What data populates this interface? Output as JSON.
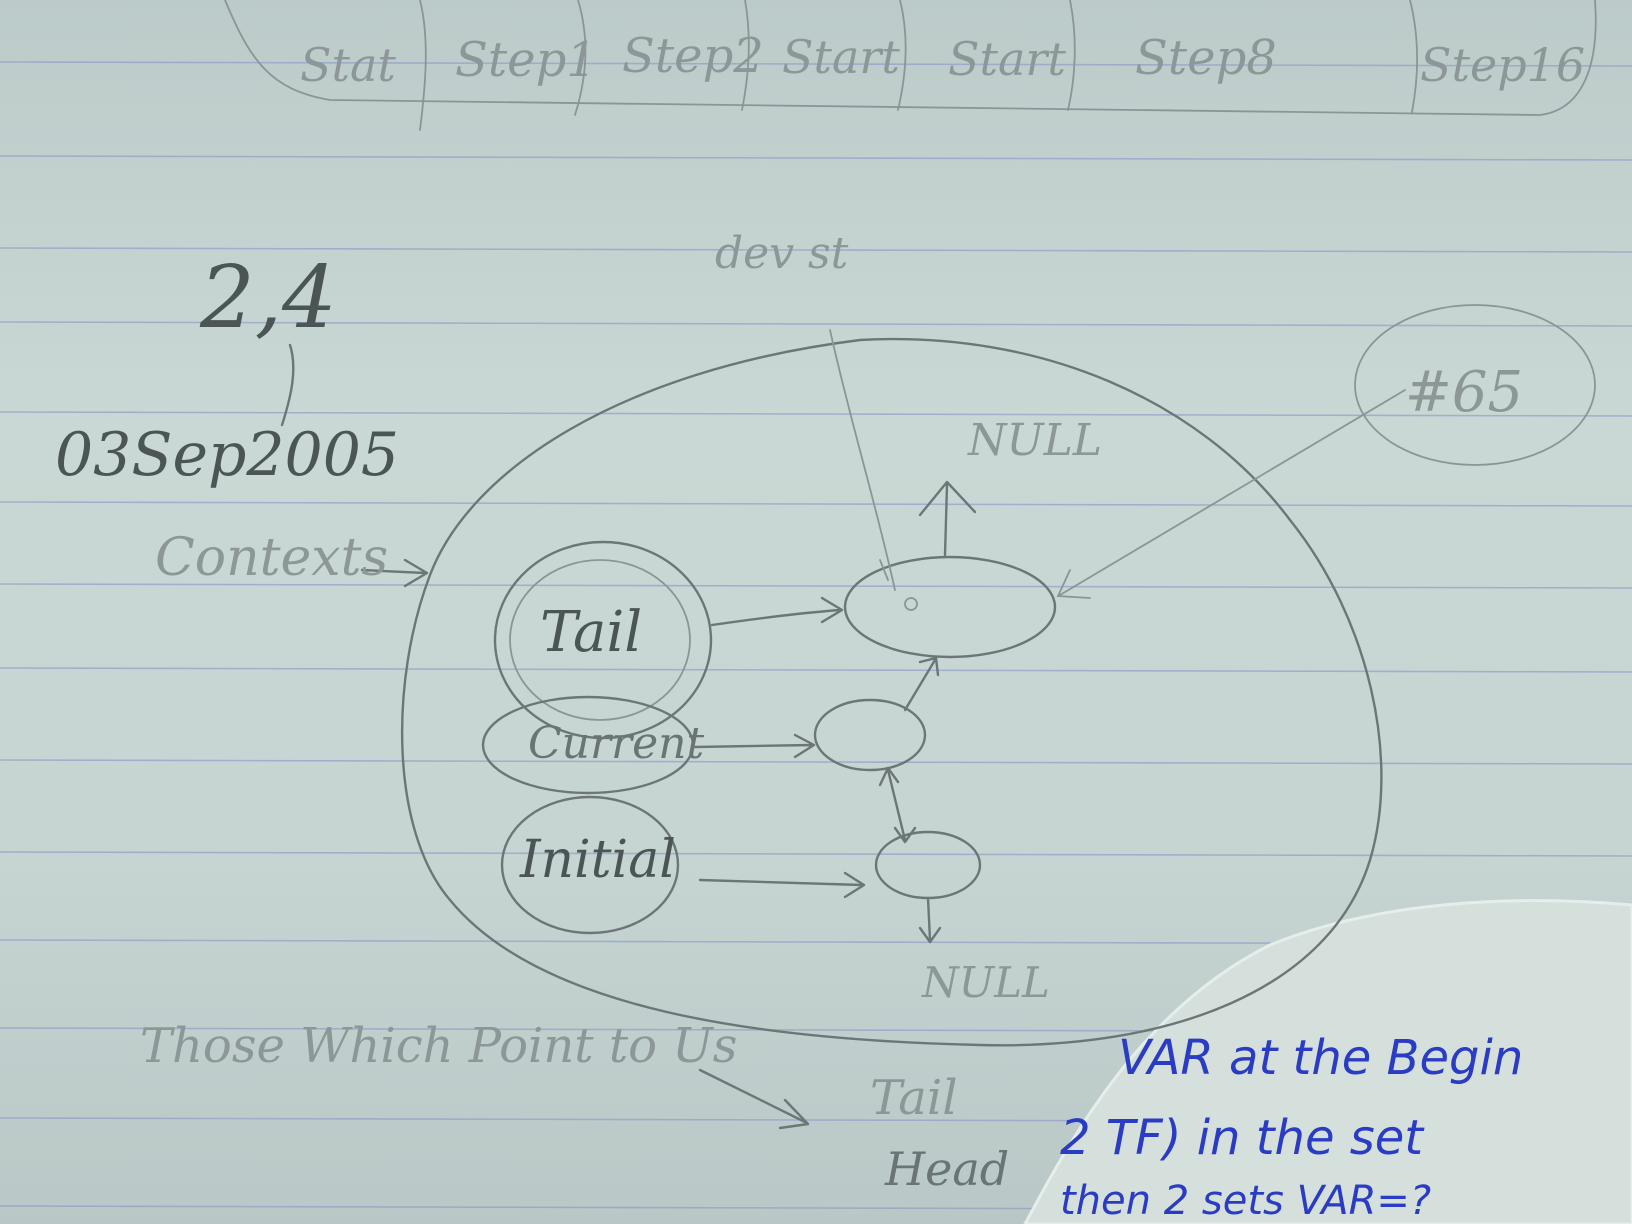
{
  "header_steps": [
    "Stat",
    "Step1",
    "Step2",
    "Start",
    "Start",
    "Step8",
    "Step16"
  ],
  "top_label": "dev st",
  "number": "2,4",
  "date": "03Sep2005",
  "contexts_label": "Contexts",
  "nodes": {
    "tail": "Tail",
    "current": "Current",
    "initial": "Initial",
    "bubble": "#65"
  },
  "null_labels": [
    "NULL",
    "NULL"
  ],
  "bottom_note": "Those Which Point to Us",
  "tail_head": [
    "Tail",
    "Head"
  ],
  "ink_note": [
    "VAR at the Begin",
    "2 TF) in the set",
    "then 2 sets VAR=?"
  ],
  "colors": {
    "paper": "#c6d4d2",
    "ruled_line": "#8e9ac9",
    "pencil": "#6c7677",
    "ink": "#2a3cc4"
  }
}
